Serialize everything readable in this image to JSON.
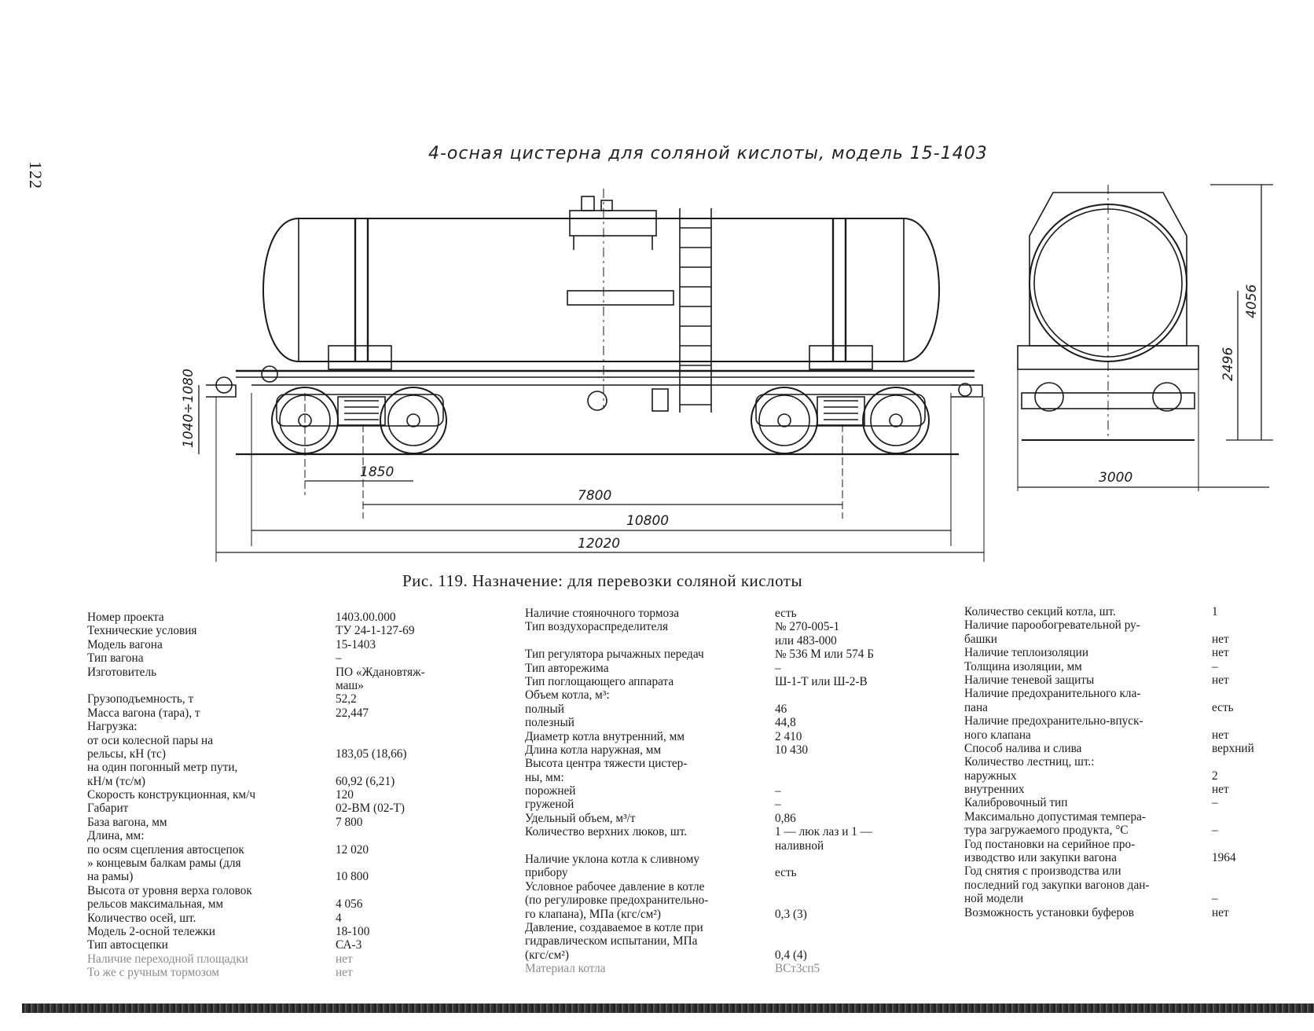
{
  "page_number": "122",
  "drawing": {
    "title": "4-осная цистерна для соляной кислоты, модель 15-1403",
    "dimensions": {
      "d1850": "1850",
      "d7800": "7800",
      "d10800": "10800",
      "d12020": "12020",
      "d3000": "3000",
      "d2496": "2496",
      "d4056": "4056",
      "d1040": "1040÷1080"
    }
  },
  "caption": "Рис. 119. Назначение: для перевозки соляной кислоты",
  "specs": {
    "col1": [
      {
        "label": "Номер проекта",
        "value": "1403.00.000"
      },
      {
        "label": "Технические условия",
        "value": "ТУ 24-1-127-69"
      },
      {
        "label": "Модель вагона",
        "value": "15-1403"
      },
      {
        "label": "Тип вагона",
        "value": "–"
      },
      {
        "label": "Изготовитель",
        "value": "ПО «Ждановтяж-"
      },
      {
        "label": "",
        "value": "маш»"
      },
      {
        "label": "Грузоподъемность, т",
        "value": "52,2"
      },
      {
        "label": "Масса вагона (тара), т",
        "value": "22,447"
      },
      {
        "label": "Нагрузка:",
        "value": ""
      },
      {
        "label": "      от оси колесной пары на",
        "value": ""
      },
      {
        "label": "      рельсы, кН (тс)",
        "value": "183,05 (18,66)"
      },
      {
        "label": "      на один погонный метр пути,",
        "value": ""
      },
      {
        "label": "      кН/м (тс/м)",
        "value": "60,92 (6,21)"
      },
      {
        "label": "Скорость конструкционная, км/ч",
        "value": "120"
      },
      {
        "label": "Габарит",
        "value": "02-ВМ (02-Т)"
      },
      {
        "label": "База вагона, мм",
        "value": "7 800"
      },
      {
        "label": "Длина, мм:",
        "value": ""
      },
      {
        "label": "      по осям сцепления автосцепок",
        "value": "12 020"
      },
      {
        "label": "      » концевым балкам рамы (для",
        "value": ""
      },
      {
        "label": "      на рамы)",
        "value": "10 800"
      },
      {
        "label": "Высота от уровня верха головок",
        "value": ""
      },
      {
        "label": "рельсов максимальная, мм",
        "value": "4 056"
      },
      {
        "label": "Количество осей, шт.",
        "value": "4"
      },
      {
        "label": "Модель 2-осной тележки",
        "value": "18-100"
      },
      {
        "label": "Тип автосцепки",
        "value": "СА-3"
      },
      {
        "label": "Наличие переходной площадки",
        "value": "нет"
      },
      {
        "label": "То же с ручным тормозом",
        "value": "нет"
      }
    ],
    "col2": [
      {
        "label": "Наличие стояночного тормоза",
        "value": "есть"
      },
      {
        "label": "Тип воздухораспределителя",
        "value": "№ 270-005-1"
      },
      {
        "label": "",
        "value": "или 483-000"
      },
      {
        "label": "Тип регулятора рычажных передач",
        "value": "№ 536 М или 574 Б"
      },
      {
        "label": "Тип авторежима",
        "value": "–"
      },
      {
        "label": "Тип поглощающего аппарата",
        "value": "Ш-1-Т или Ш-2-В"
      },
      {
        "label": "Объем котла, м³:",
        "value": ""
      },
      {
        "label": "        полный",
        "value": "46"
      },
      {
        "label": "        полезный",
        "value": "44,8"
      },
      {
        "label": "Диаметр котла внутренний, мм",
        "value": "2 410"
      },
      {
        "label": "Длина котла наружная, мм",
        "value": "10 430"
      },
      {
        "label": "Высота центра тяжести цистер-",
        "value": ""
      },
      {
        "label": "ны, мм:",
        "value": ""
      },
      {
        "label": "        порожней",
        "value": "–"
      },
      {
        "label": "        груженой",
        "value": "–"
      },
      {
        "label": "Удельный объем, м³/т",
        "value": "0,86"
      },
      {
        "label": "Количество верхних люков, шт.",
        "value": "1 — люк лаз и 1 —"
      },
      {
        "label": "",
        "value": "наливной"
      },
      {
        "label": "Наличие уклона котла к сливному",
        "value": ""
      },
      {
        "label": "прибору",
        "value": "есть"
      },
      {
        "label": "Условное рабочее давление в котле",
        "value": ""
      },
      {
        "label": "(по регулировке предохранительно-",
        "value": ""
      },
      {
        "label": "го клапана), МПа (кгс/см²)",
        "value": "0,3 (3)"
      },
      {
        "label": "Давление, создаваемое в котле при",
        "value": ""
      },
      {
        "label": "гидравлическом испытании, МПа",
        "value": ""
      },
      {
        "label": "(кгс/см²)",
        "value": "0,4 (4)"
      },
      {
        "label": "Материал котла",
        "value": "ВСт3сп5"
      }
    ],
    "col3": [
      {
        "label": "Количество секций котла, шт.",
        "value": "1"
      },
      {
        "label": "Наличие парообогревательной ру-",
        "value": ""
      },
      {
        "label": "башки",
        "value": "нет"
      },
      {
        "label": "Наличие теплоизоляции",
        "value": "нет"
      },
      {
        "label": "Толщина изоляции, мм",
        "value": "–"
      },
      {
        "label": "Наличие теневой защиты",
        "value": "нет"
      },
      {
        "label": "Наличие предохранительного кла-",
        "value": ""
      },
      {
        "label": "пана",
        "value": "есть"
      },
      {
        "label": "Наличие предохранительно-впуск-",
        "value": ""
      },
      {
        "label": "ного клапана",
        "value": "нет"
      },
      {
        "label": "Способ налива и слива",
        "value": "верхний"
      },
      {
        "label": "Количество лестниц, шт.:",
        "value": ""
      },
      {
        "label": "      наружных",
        "value": "2"
      },
      {
        "label": "      внутренних",
        "value": "нет"
      },
      {
        "label": "Калибровочный тип",
        "value": "–"
      },
      {
        "label": "Максимально допустимая темпера-",
        "value": ""
      },
      {
        "label": "тура загружаемого продукта, °С",
        "value": "–"
      },
      {
        "label": "Год постановки на серийное про-",
        "value": ""
      },
      {
        "label": "изводство или закупки вагона",
        "value": "1964"
      },
      {
        "label": "Год снятия с производства или",
        "value": ""
      },
      {
        "label": "последний год закупки вагонов дан-",
        "value": ""
      },
      {
        "label": "ной модели",
        "value": "–"
      },
      {
        "label": "Возможность установки буферов",
        "value": "нет"
      }
    ]
  }
}
